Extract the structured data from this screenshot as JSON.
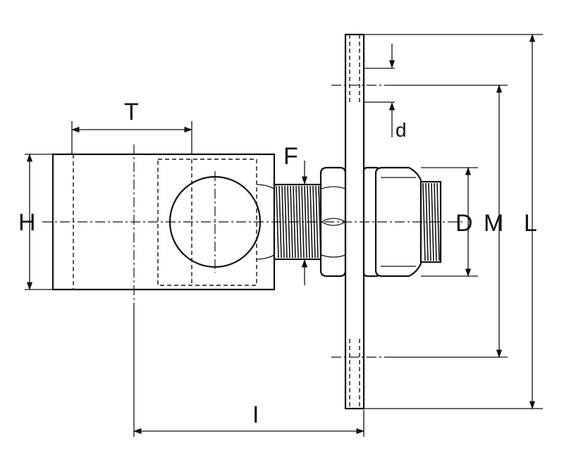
{
  "labels": {
    "T": "T",
    "H": "H",
    "F": "F",
    "d": "d",
    "D": "D",
    "M": "M",
    "L": "L",
    "I": "I"
  }
}
